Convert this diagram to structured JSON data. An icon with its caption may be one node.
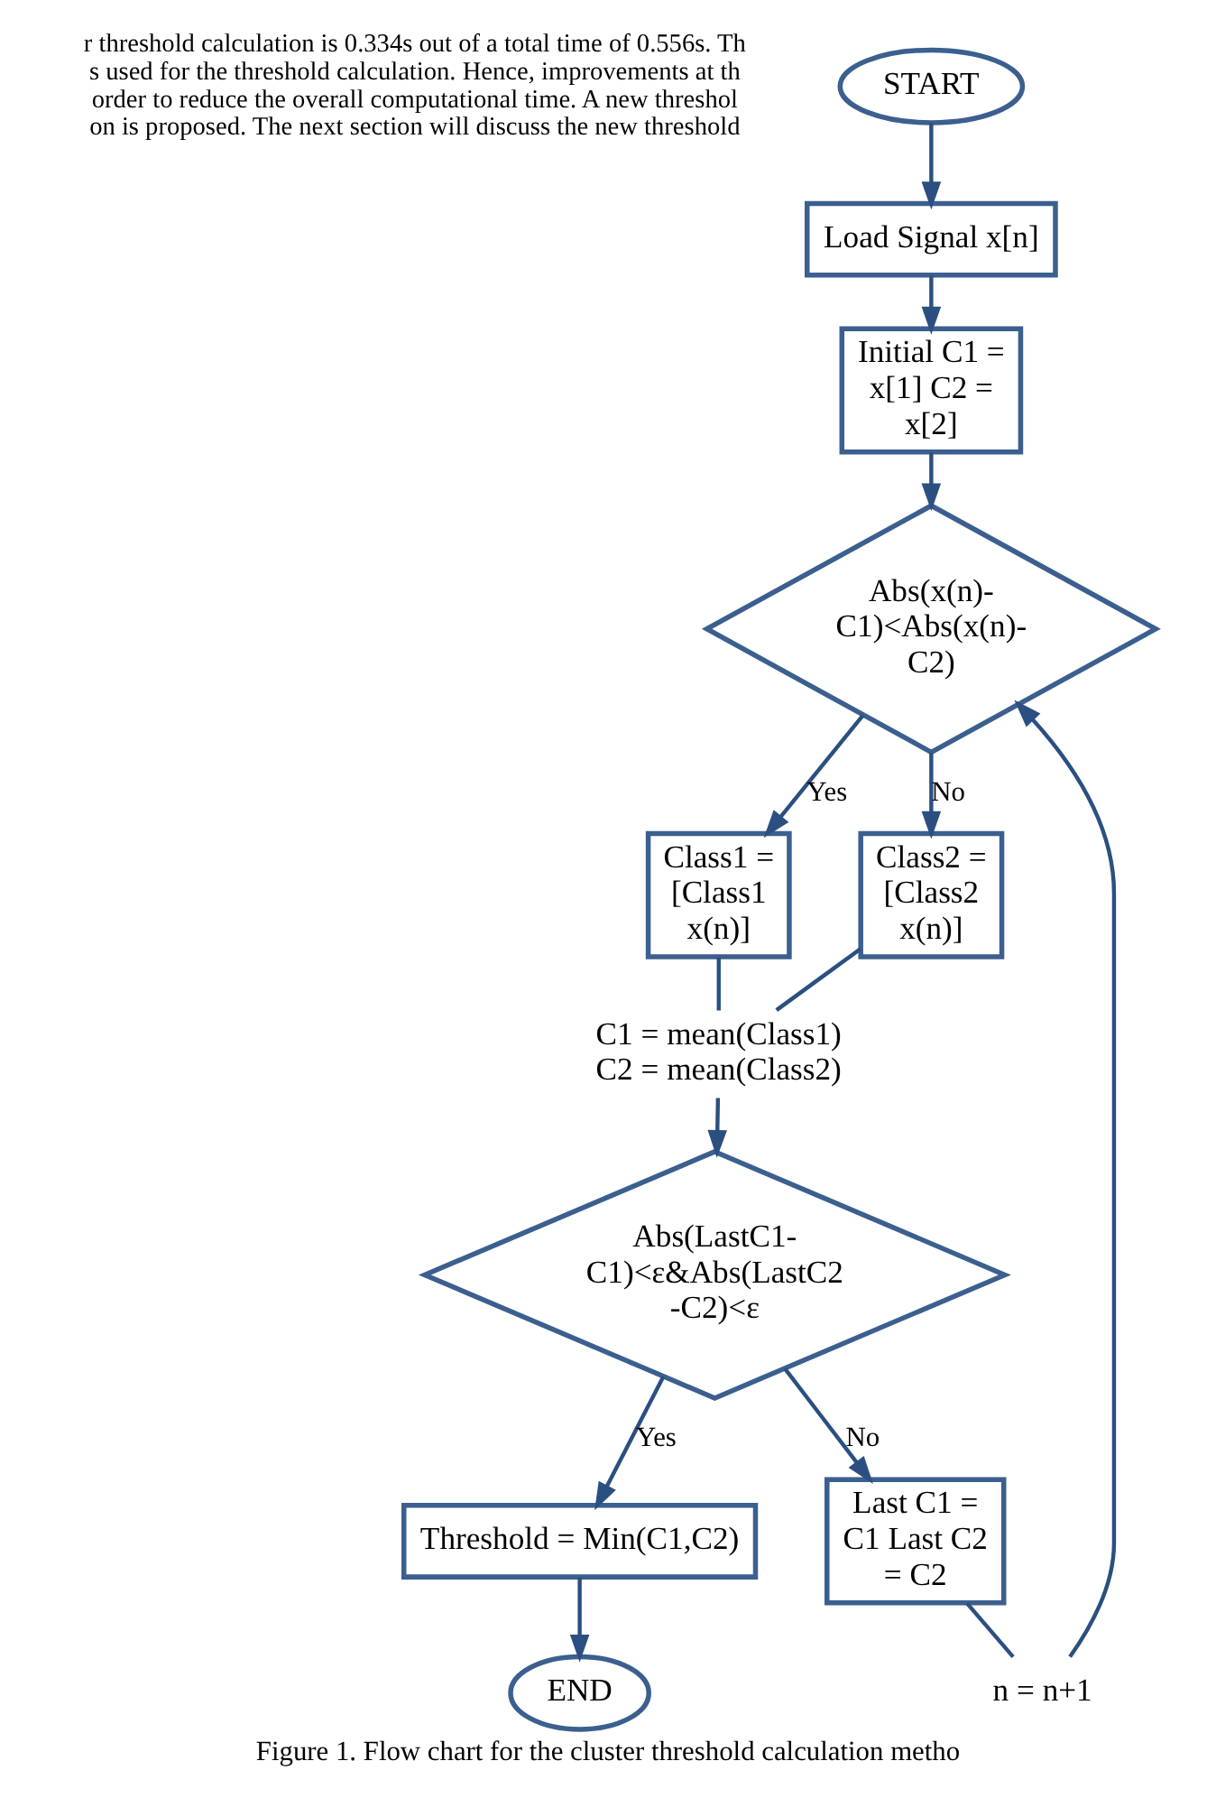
{
  "diagram": {
    "caption": "Figure 1. Flow chart for the cluster threshold calculation metho",
    "nodes": [
      {
        "text": [
          "START"
        ]
      },
      {
        "text": [
          "Load Signal x[n]"
        ]
      },
      {
        "text": [
          "Initial C1 = x[1] C2 = x[2]"
        ]
      },
      {
        "text": [
          "Abs(x(n)-C1)<Abs(x(n)-C2)"
        ]
      },
      {
        "text": [
          "Class1 = [Class1 x(n)]"
        ]
      },
      {
        "text": [
          "Class2 = [Class2 x(n)]"
        ]
      },
      {
        "text": [
          "C1 = mean(Class1)",
          "C2 = mean(Class2)"
        ]
      },
      {
        "text": [
          "Abs(LastC1-C1)<ε&Abs(LastC2-C2)<ε"
        ]
      },
      {
        "text": [
          "Threshold = Min(C1,C2)"
        ]
      },
      {
        "text": [
          "Last C1 = C1 Last C2 = C2"
        ]
      },
      {
        "text": [
          "n = n+1"
        ]
      },
      {
        "text": [
          "END"
        ]
      }
    ],
    "edges": [
      {
        "from": 0,
        "to": 1,
        "arrow": "to"
      },
      {
        "from": 1,
        "to": 2,
        "arrow": "to"
      },
      {
        "from": 2,
        "to": 3,
        "arrow": "to"
      },
      {
        "from": 3,
        "to": 4,
        "arrow": "to",
        "label": "Yes"
      },
      {
        "from": 3,
        "to": 5,
        "arrow": "to",
        "label": "No"
      },
      {
        "from": 4,
        "to": 6,
        "arrow": "none"
      },
      {
        "from": 5,
        "to": 6,
        "arrow": "none"
      },
      {
        "from": 6,
        "to": 7,
        "arrow": "to"
      },
      {
        "from": 7,
        "to": 8,
        "arrow": "to",
        "label": "Yes"
      },
      {
        "from": 7,
        "to": 9,
        "arrow": "to",
        "label": "No"
      },
      {
        "from": 9,
        "to": 10,
        "arrow": "none"
      },
      {
        "from": 10,
        "to": 3,
        "arrow": "to"
      },
      {
        "from": 8,
        "to": 11,
        "arrow": "to"
      }
    ],
    "labels": [
      "r threshold calculation is 0.334s out of a total time of 0.556s. Th",
      "s used for the threshold calculation. Hence, improvements at th",
      "order to reduce the overall computational time. A new threshol",
      "on is proposed. The next section will discuss the new threshold"
    ]
  }
}
